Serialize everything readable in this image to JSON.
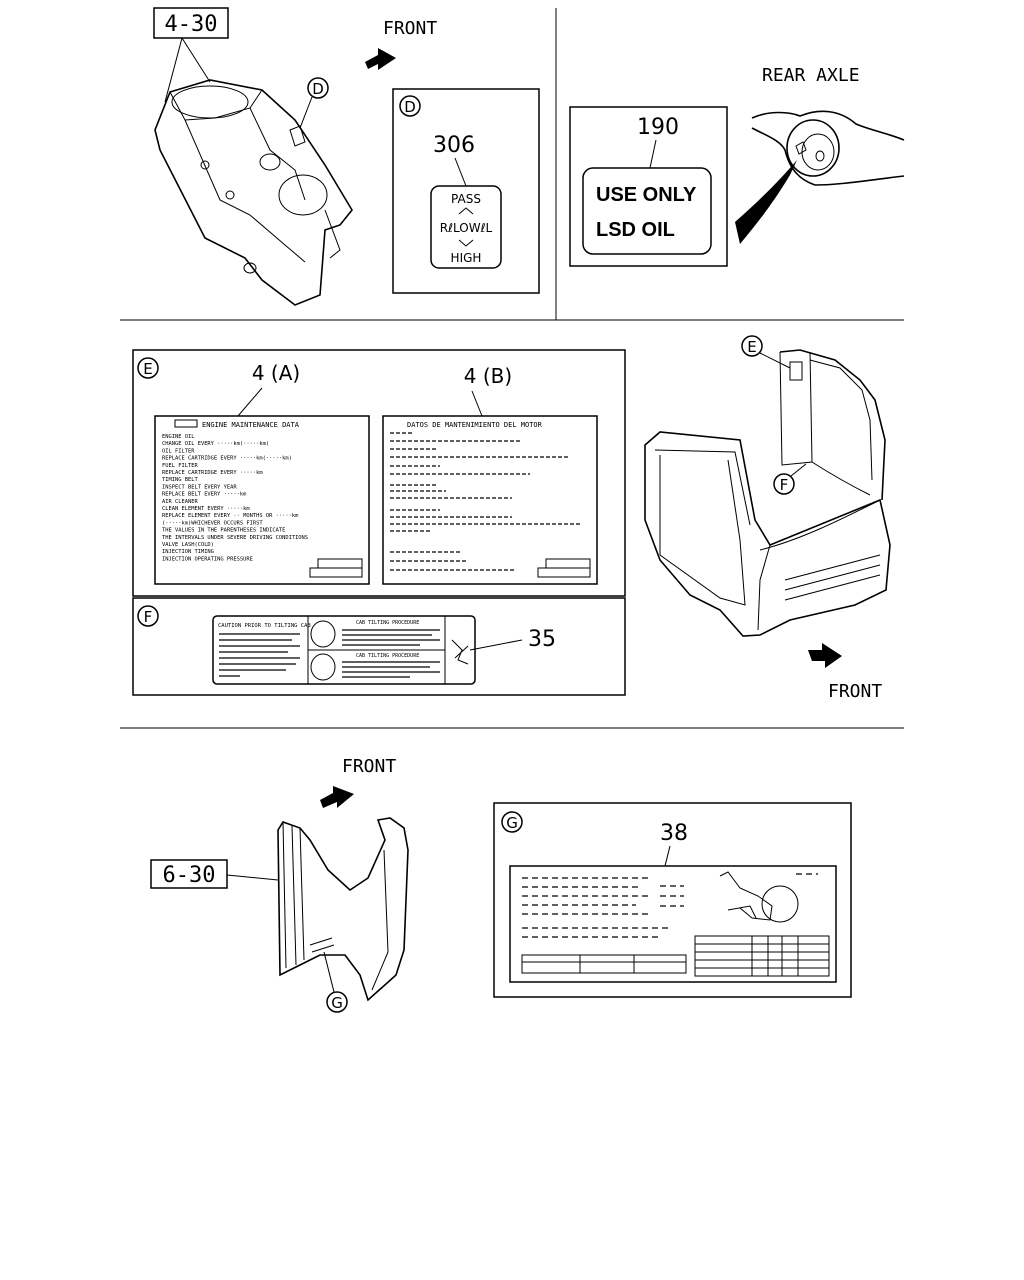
{
  "section_top_left": {
    "ref_box": "4-30",
    "front_label": "FRONT",
    "callout": "D",
    "detail_letter": "D",
    "part_number": "306",
    "label_pass": "PASS",
    "label_middle": "RℓLOWℓL",
    "label_high": "HIGH"
  },
  "section_top_right": {
    "title": "REAR AXLE",
    "part_number": "190",
    "label_line1": "USE ONLY",
    "label_line2": "LSD OIL"
  },
  "section_middle": {
    "detail_e_letter": "E",
    "part_a": "4 (A)",
    "part_b": "4 (B)",
    "label_a_title": "ENGINE MAINTENANCE DATA",
    "label_a_lines": [
      "ENGINE OIL",
      "CHANGE OIL EVERY ·····km(·····km)",
      "OIL FILTER",
      "REPLACE CARTRIDGE EVERY ·····km(·····km)",
      "FUEL FILTER",
      "REPLACE CARTRIDGE EVERY ·····km",
      "TIMING BELT",
      "INSPECT BELT EVERY YEAR",
      "REPLACE BELT EVERY ·····km",
      "AIR CLEANER",
      "CLEAN ELEMENT EVERY ·····km",
      "REPLACE ELEMENT EVERY ·· MONTHS OR ·····km",
      "(·····km)WHICHEVER OCCURS FIRST",
      "THE VALUES IN THE PARENTHESES INDICATE",
      "THE INTERVALS UNDER SEVERE DRIVING CONDITIONS",
      "VALVE LASH(COLD)",
      "INJECTION TIMING",
      "INJECTION OPERATING PRESSURE"
    ],
    "label_b_title": "DATOS DE MANTENIMIENTO DEL MOTOR",
    "detail_f_letter": "F",
    "part_f": "35",
    "label_f_left": "CAUTION PRIOR TO TILTING CAB",
    "label_f_right_top": "CAB TILTING PROCEDURE",
    "label_f_right_bottom": "CAB TILTING PROCEDURE",
    "callout_e": "E",
    "callout_f": "F",
    "front_label": "FRONT"
  },
  "section_bottom": {
    "front_label": "FRONT",
    "ref_box": "6-30",
    "callout_g": "G",
    "detail_g_letter": "G",
    "part_number": "38"
  }
}
